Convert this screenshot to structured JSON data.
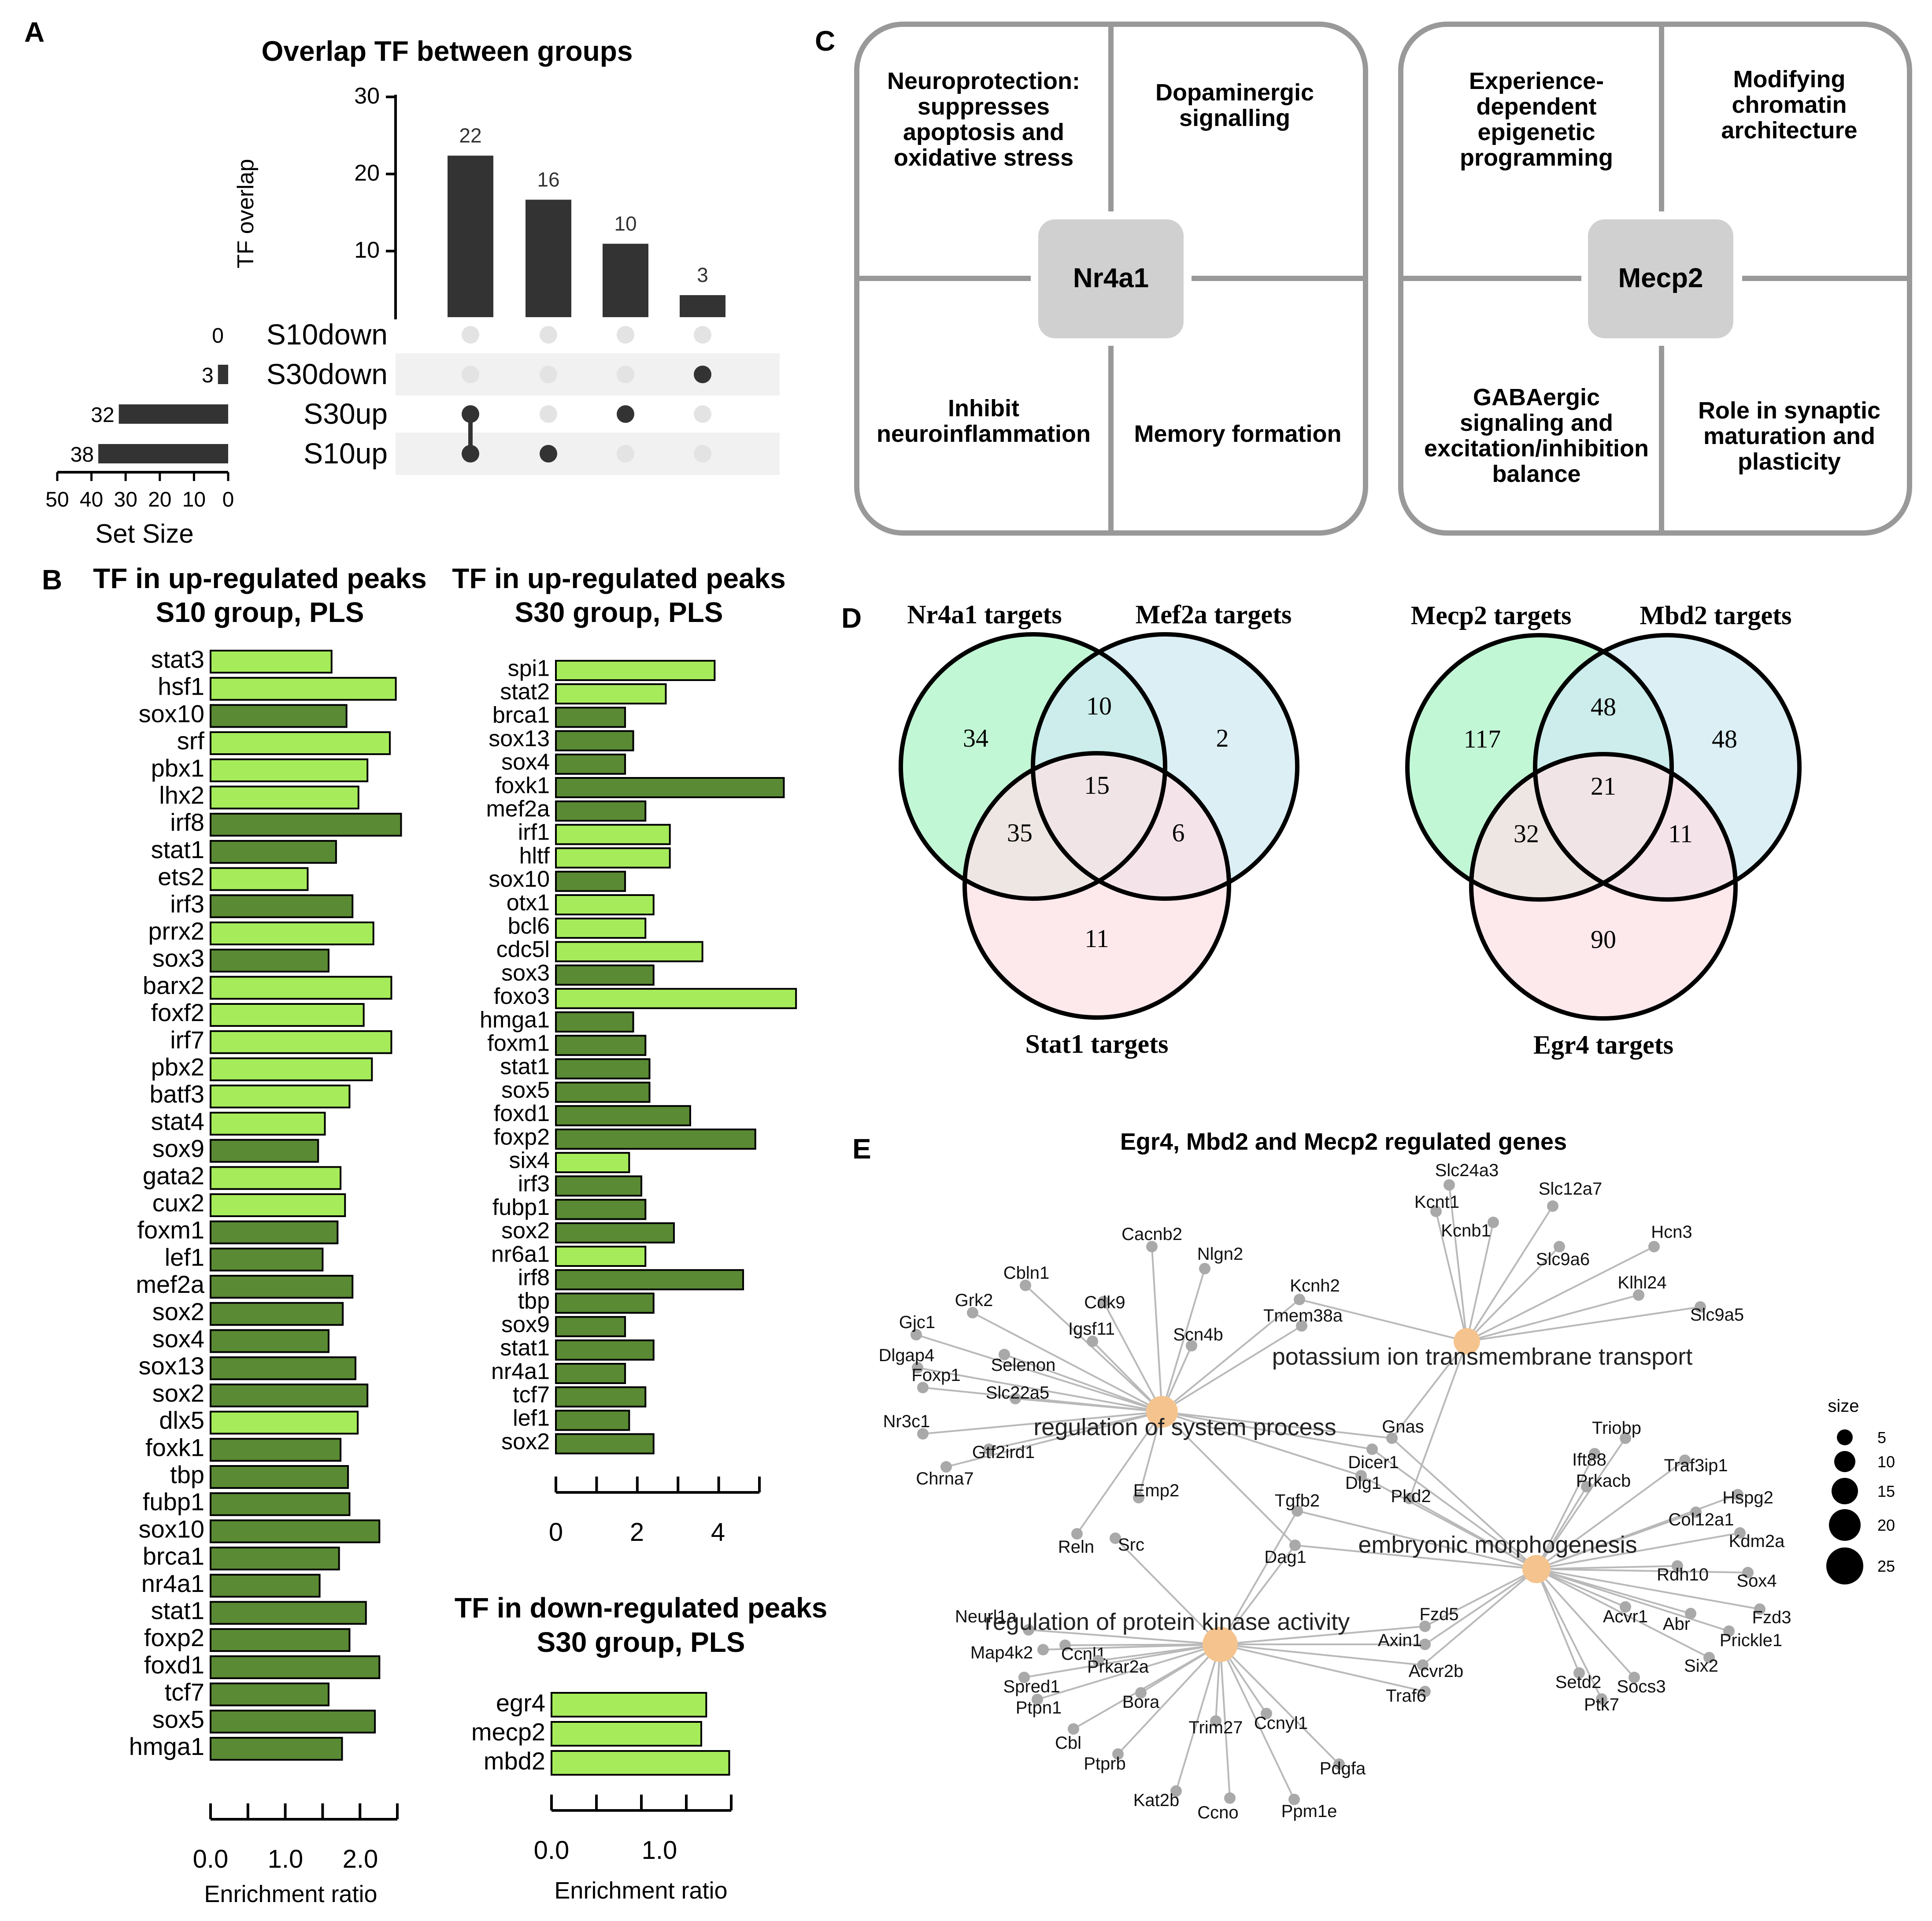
{
  "panels": {
    "A": "A",
    "B": "B",
    "C": "C",
    "D": "D",
    "E": "E"
  },
  "chart_data": [
    {
      "type": "upset",
      "title": "Overlap TF between groups",
      "ylabel": "TF overlap",
      "xlabel_sets": "Set Size",
      "ylim": [
        0,
        30
      ],
      "yticks": [
        10,
        20,
        30
      ],
      "set_size_ticks": [
        50,
        40,
        30,
        20,
        10,
        0
      ],
      "sets": [
        "S10down",
        "S30down",
        "S30up",
        "S10up"
      ],
      "set_sizes": [
        0,
        3,
        32,
        38
      ],
      "intersections": [
        {
          "members": [
            "S30up",
            "S10up"
          ],
          "value": 22
        },
        {
          "members": [
            "S10up"
          ],
          "value": 16
        },
        {
          "members": [
            "S30up"
          ],
          "value": 10
        },
        {
          "members": [
            "S30down"
          ],
          "value": 3
        }
      ]
    },
    {
      "type": "bar",
      "orientation": "horizontal",
      "title": [
        "TF in up-regulated peaks",
        "S10 group, PLS"
      ],
      "xlabel": "Enrichment ratio",
      "xticks": [
        "0.0",
        "1.0",
        "2.0"
      ],
      "xlim": [
        0,
        2.5
      ],
      "categories": [
        "stat3",
        "hsf1",
        "sox10",
        "srf",
        "pbx1",
        "lhx2",
        "irf8",
        "stat1",
        "ets2",
        "irf3",
        "prrx2",
        "sox3",
        "barx2",
        "foxf2",
        "irf7",
        "pbx2",
        "batf3",
        "stat4",
        "sox9",
        "gata2",
        "cux2",
        "foxm1",
        "lef1",
        "mef2a",
        "sox2",
        "sox4",
        "sox13",
        "sox2",
        "dlx5",
        "foxk1",
        "tbp",
        "fubp1",
        "sox10",
        "brca1",
        "nr4a1",
        "stat1",
        "foxp2",
        "foxd1",
        "tcf7",
        "sox5",
        "hmga1"
      ],
      "values": [
        1.62,
        2.48,
        1.82,
        2.4,
        2.1,
        1.98,
        2.55,
        1.68,
        1.3,
        1.9,
        2.18,
        1.58,
        2.42,
        2.05,
        2.42,
        2.16,
        1.86,
        1.53,
        1.44,
        1.74,
        1.8,
        1.7,
        1.5,
        1.9,
        1.77,
        1.58,
        1.94,
        2.1,
        1.97,
        1.74,
        1.84,
        1.86,
        2.26,
        1.72,
        1.46,
        2.08,
        1.86,
        2.26,
        1.58,
        2.2,
        1.76
      ],
      "shade": [
        "l",
        "l",
        "d",
        "l",
        "l",
        "l",
        "d",
        "d",
        "l",
        "d",
        "l",
        "d",
        "l",
        "l",
        "l",
        "l",
        "l",
        "l",
        "d",
        "l",
        "l",
        "d",
        "d",
        "d",
        "d",
        "d",
        "d",
        "d",
        "l",
        "d",
        "d",
        "d",
        "d",
        "d",
        "d",
        "d",
        "d",
        "d",
        "d",
        "d",
        "d"
      ]
    },
    {
      "type": "bar",
      "orientation": "horizontal",
      "title": [
        "TF in up-regulated peaks",
        "S30 group, PLS"
      ],
      "xticks": [
        "0",
        "2",
        "4"
      ],
      "xlim": [
        0,
        5
      ],
      "categories": [
        "spi1",
        "stat2",
        "brca1",
        "sox13",
        "sox4",
        "foxk1",
        "mef2a",
        "irf1",
        "hltf",
        "sox10",
        "otx1",
        "bcl6",
        "cdc5l",
        "sox3",
        "foxo3",
        "hmga1",
        "foxm1",
        "stat1",
        "sox5",
        "foxd1",
        "foxp2",
        "six4",
        "irf3",
        "fubp1",
        "sox2",
        "nr6a1",
        "irf8",
        "tbp",
        "sox9",
        "stat1",
        "nr4a1",
        "tcf7",
        "lef1",
        "sox2"
      ],
      "values": [
        3.9,
        2.7,
        1.7,
        1.9,
        1.7,
        5.6,
        2.2,
        2.8,
        2.8,
        1.7,
        2.4,
        2.2,
        3.6,
        2.4,
        5.9,
        1.9,
        2.2,
        2.3,
        2.3,
        3.3,
        4.9,
        1.8,
        2.1,
        2.2,
        2.9,
        2.2,
        4.6,
        2.4,
        1.7,
        2.4,
        1.7,
        2.2,
        1.8,
        2.4
      ],
      "shade": [
        "l",
        "l",
        "d",
        "d",
        "d",
        "d",
        "d",
        "l",
        "l",
        "d",
        "l",
        "l",
        "l",
        "d",
        "l",
        "d",
        "d",
        "d",
        "d",
        "d",
        "d",
        "l",
        "d",
        "d",
        "d",
        "l",
        "d",
        "d",
        "d",
        "d",
        "d",
        "d",
        "d",
        "d"
      ]
    },
    {
      "type": "bar",
      "orientation": "horizontal",
      "title": [
        "TF in down-regulated peaks",
        "S30 group, PLS"
      ],
      "xlabel": "Enrichment ratio",
      "xticks": [
        "0.0",
        "1.0"
      ],
      "xlim": [
        0,
        1.8
      ],
      "categories": [
        "egr4",
        "mecp2",
        "mbd2"
      ],
      "values": [
        1.55,
        1.5,
        1.78
      ],
      "shade": [
        "l",
        "l",
        "l"
      ]
    },
    {
      "type": "venn",
      "sets": [
        "Nr4a1 targets",
        "Mef2a targets",
        "Stat1 targets"
      ],
      "regions": {
        "only_1": 34,
        "1_2": 10,
        "only_2": 2,
        "all": 15,
        "1_3": 35,
        "2_3": 6,
        "only_3": 11
      },
      "colors": [
        "#aef4c8",
        "#cfeaf2",
        "#fce0e6"
      ]
    },
    {
      "type": "venn",
      "sets": [
        "Mecp2 targets",
        "Mbd2 targets",
        "Egr4 targets"
      ],
      "regions": {
        "only_1": 117,
        "1_2": 48,
        "only_2": 48,
        "all": 21,
        "1_3": 32,
        "2_3": 11,
        "only_3": 90
      },
      "colors": [
        "#aef4c8",
        "#cfeaf2",
        "#fce0e6"
      ]
    },
    {
      "type": "network",
      "title": "Egr4, Mbd2 and Mecp2 regulated genes",
      "legend_title": "size",
      "legend_sizes": [
        5,
        10,
        15,
        20,
        25
      ],
      "terms": [
        "potassium ion transmembrane transport",
        "regulation of system process",
        "embryonic morphogenesis",
        "regulation of protein kinase activity"
      ],
      "genes": [
        "Kcnt1",
        "Slc24a3",
        "Slc12a7",
        "Kcnb1",
        "Hcn3",
        "Slc9a6",
        "Klhl24",
        "Slc9a5",
        "Kcnh2",
        "Tmem38a",
        "Cacnb2",
        "Cbln1",
        "Nlgn2",
        "Grk2",
        "Cdk9",
        "Igsf11",
        "Scn4b",
        "Gjc1",
        "Dlgap4",
        "Selenon",
        "Foxp1",
        "Slc22a5",
        "Nr3c1",
        "Gtf2ird1",
        "Chrna7",
        "Gnas",
        "Dicer1",
        "Dlg1",
        "Pkd2",
        "Tgfb2",
        "Dag1",
        "Reln",
        "Src",
        "Emp2",
        "Triobp",
        "Ift88",
        "Prkacb",
        "Traf3ip1",
        "Hspg2",
        "Col12a1",
        "Kdm2a",
        "Rdh10",
        "Sox4",
        "Fzd3",
        "Prickle1",
        "Acvr1",
        "Abr",
        "Six2",
        "Socs3",
        "Setd2",
        "Ptk7",
        "Fzd5",
        "Axin1",
        "Acvr2b",
        "Traf6",
        "Neurl1a",
        "Map4k2",
        "Ccnl1",
        "Prkar2a",
        "Spred1",
        "Ptpn1",
        "Bora",
        "Cbl",
        "Ptprb",
        "Trim27",
        "Ccnyl1",
        "Pdgfa",
        "Kat2b",
        "Ccno",
        "Ppm1e"
      ]
    }
  ],
  "nr4a1_box": {
    "hub": "Nr4a1",
    "quadrants": [
      [
        "Neuroprotection:",
        "suppresses",
        "apoptosis and",
        "oxidative stress"
      ],
      [
        "Dopaminergic",
        "signalling"
      ],
      [
        "Inhibit",
        "neuroinflammation"
      ],
      [
        "Memory formation"
      ]
    ]
  },
  "mecp2_box": {
    "hub": "Mecp2",
    "quadrants": [
      [
        "Experience-",
        "dependent",
        "epigenetic",
        "programming"
      ],
      [
        "Modifying",
        "chromatin",
        "architecture"
      ],
      [
        "GABAergic",
        "signaling and",
        "excitation/inhibition",
        "balance"
      ],
      [
        "Role in synaptic",
        "maturation and",
        "plasticity"
      ]
    ]
  },
  "colors": {
    "bar_dark": "#5a8a33",
    "bar_light": "#a6ec5a",
    "upset": "#333333",
    "term_node": "#f5c48e",
    "gene_node": "#a9a9a9"
  }
}
